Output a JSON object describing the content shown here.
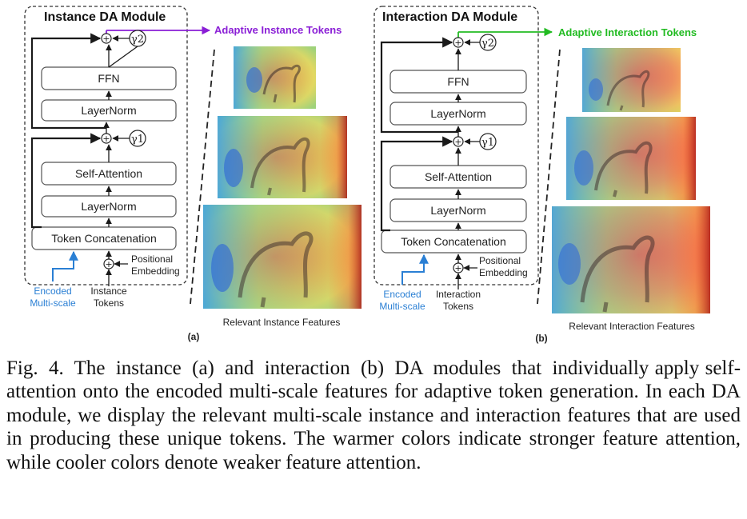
{
  "panel_a": {
    "module_title": "Instance DA Module",
    "blocks": {
      "ffn": "FFN",
      "layernorm_top": "LayerNorm",
      "self_attention": "Self-Attention",
      "layernorm_bottom": "LayerNorm",
      "token_concat": "Token Concatenation"
    },
    "gamma2": "γ2",
    "gamma1": "γ1",
    "plus": "+",
    "positional_line1": "Positional",
    "positional_line2": "Embedding",
    "encoded_line1": "Encoded",
    "encoded_line2": "Multi-scale",
    "tokens_line1": "Instance",
    "tokens_line2": "Tokens",
    "output_label": "Adaptive Instance Tokens",
    "features_label": "Relevant Instance Features",
    "panel_label": "(a)"
  },
  "panel_b": {
    "module_title": "Interaction DA Module",
    "blocks": {
      "ffn": "FFN",
      "layernorm_top": "LayerNorm",
      "self_attention": "Self-Attention",
      "layernorm_bottom": "LayerNorm",
      "token_concat": "Token Concatenation"
    },
    "gamma2": "γ2",
    "gamma1": "γ1",
    "plus": "+",
    "positional_line1": "Positional",
    "positional_line2": "Embedding",
    "encoded_line1": "Encoded",
    "encoded_line2": "Multi-scale",
    "tokens_line1": "Interaction",
    "tokens_line2": "Tokens",
    "output_label": "Adaptive Interaction Tokens",
    "features_label": "Relevant Interaction Features",
    "panel_label": "(b)"
  },
  "caption": {
    "lead": "Fig. 4.  The instance (a) and interaction (b) DA modules that individually",
    "body": "apply self-attention onto the encoded multi-scale features for adaptive token generation. In each DA module, we display the relevant multi-scale instance and interaction features that are used in producing these unique tokens. The warmer colors indicate stronger feature attention, while cooler colors denote weaker feature attention."
  },
  "colors": {
    "instance_output": "#8a1ed6",
    "interaction_output": "#22bb22",
    "encoded": "#2a7fd4",
    "line": "#1a1a1a",
    "box_border": "#555555"
  }
}
